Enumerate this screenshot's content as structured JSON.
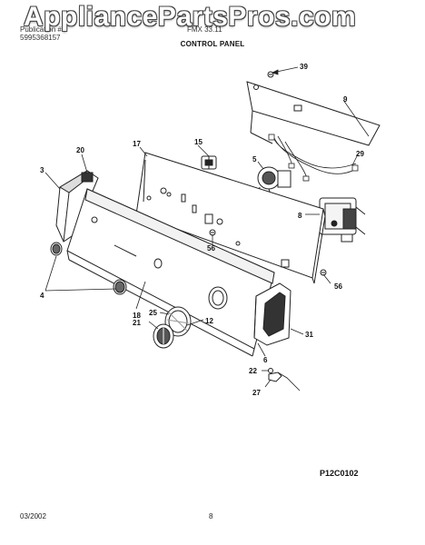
{
  "header": {
    "line1_left": "Publication #",
    "line1_right": "FMX 33.11",
    "line2_left": "5995368157"
  },
  "watermark": "AppliancePartsPros.com",
  "title": "CONTROL PANEL",
  "callouts": [
    "39",
    "9",
    "15",
    "17",
    "20",
    "3",
    "5",
    "29",
    "8",
    "56",
    "4",
    "18",
    "25",
    "21",
    "12",
    "31",
    "6",
    "56",
    "22",
    "27"
  ],
  "diagram_code": "P12C0102",
  "footer": {
    "date": "03/2002",
    "page_number": "8"
  }
}
